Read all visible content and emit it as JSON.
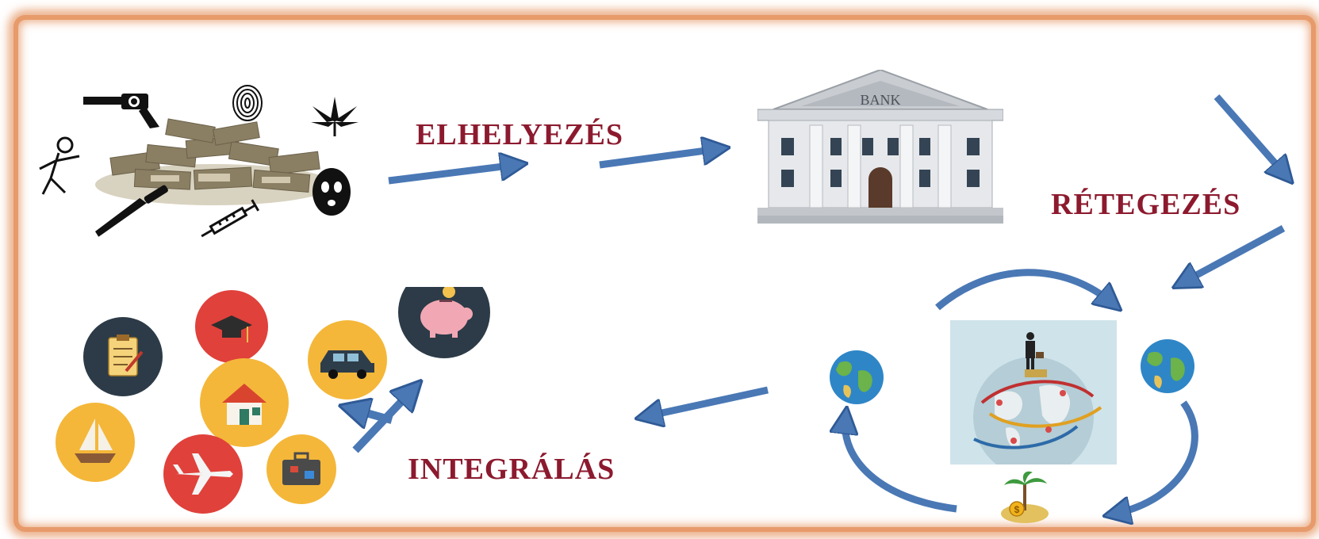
{
  "stages": {
    "placement": "ELHELYEZÉS",
    "layering": "RÉTEGEZÉS",
    "integration": "INTEGRÁLÁS"
  },
  "bank": {
    "label": "BANK"
  },
  "colors": {
    "frame": "#e8a57a",
    "arrow": "#4a78b5",
    "arrow_outline": "#2f5a96",
    "label": "#8c1a2e",
    "bank_gray": "#c9cdd2",
    "icon_black": "#111111"
  },
  "icons": {
    "crime_cluster": [
      "revolver-icon",
      "fingerprint-icon",
      "cannabis-leaf-icon",
      "body-outline-icon",
      "money-pile-icon",
      "balaclava-mask-icon",
      "knife-icon",
      "syringe-icon"
    ],
    "layering_cluster": [
      "globe-left-icon",
      "world-map-icon",
      "globe-right-icon",
      "tax-haven-island-icon"
    ],
    "integration_cluster": [
      "clipboard-icon",
      "graduation-cap-icon",
      "car-icon",
      "piggy-bank-icon",
      "house-icon",
      "sailboat-icon",
      "airplane-icon",
      "briefcase-icon"
    ]
  }
}
